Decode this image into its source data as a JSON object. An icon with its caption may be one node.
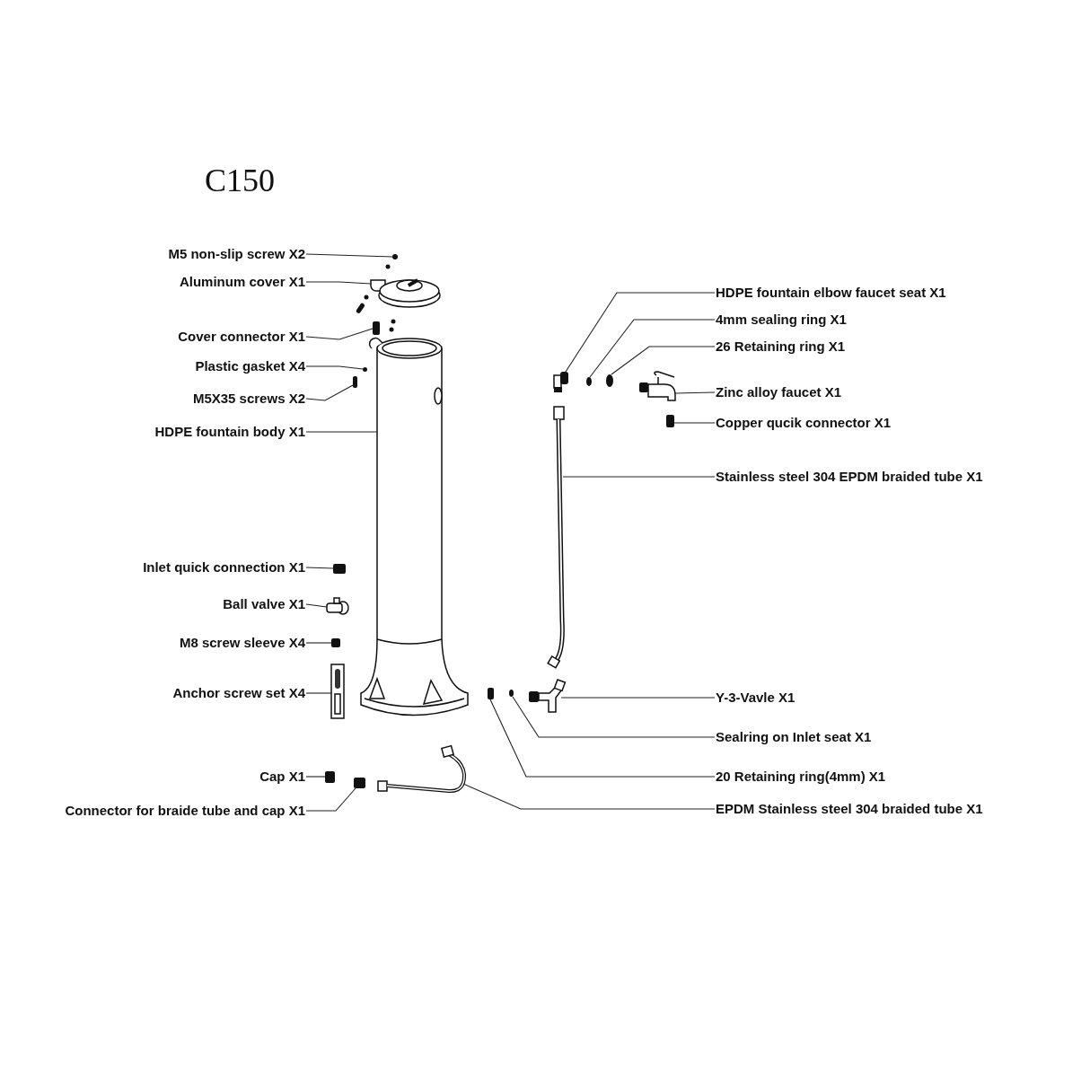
{
  "diagram": {
    "title": "C150",
    "nodes": [
      {
        "text": [
          "M5 non-slip screw X2"
        ]
      },
      {
        "text": [
          "Aluminum cover X1"
        ]
      },
      {
        "text": [
          "Cover connector X1"
        ]
      },
      {
        "text": [
          "Plastic gasket X4"
        ]
      },
      {
        "text": [
          "M5X35 screws X2"
        ]
      },
      {
        "text": [
          "HDPE fountain body X1"
        ]
      },
      {
        "text": [
          "Inlet quick connection X1"
        ]
      },
      {
        "text": [
          "Ball valve X1"
        ]
      },
      {
        "text": [
          "M8 screw sleeve X4"
        ]
      },
      {
        "text": [
          "Anchor screw set X4"
        ]
      },
      {
        "text": [
          "Cap X1"
        ]
      },
      {
        "text": [
          "Connector for braide tube and cap X1"
        ]
      },
      {
        "text": [
          "HDPE fountain elbow faucet seat X1"
        ]
      },
      {
        "text": [
          "4mm sealing ring X1"
        ]
      },
      {
        "text": [
          "26 Retaining ring X1"
        ]
      },
      {
        "text": [
          "Zinc alloy faucet X1"
        ]
      },
      {
        "text": [
          "Copper qucik connector X1"
        ]
      },
      {
        "text": [
          "Stainless steel 304 EPDM braided tube X1"
        ]
      },
      {
        "text": [
          "Y-3-Vavle X1"
        ]
      },
      {
        "text": [
          "Sealring on Inlet seat X1"
        ]
      },
      {
        "text": [
          "20 Retaining ring(4mm) X1"
        ]
      },
      {
        "text": [
          "EPDM Stainless steel 304 braided tube X1"
        ]
      },
      {
        "text": [],
        "shape": "circle"
      },
      {
        "text": [],
        "shape": "picture"
      },
      {
        "text": [],
        "shape": "box"
      },
      {
        "text": [],
        "shape": "circle"
      },
      {
        "text": [],
        "shape": "box"
      },
      {
        "text": [],
        "shape": "picture"
      },
      {
        "text": [],
        "shape": "box"
      },
      {
        "text": [],
        "shape": "picture"
      },
      {
        "text": [],
        "shape": "box"
      },
      {
        "text": [],
        "shape": "picture"
      },
      {
        "text": [],
        "shape": "box"
      },
      {
        "text": [],
        "shape": "box"
      },
      {
        "text": [],
        "shape": "picture"
      },
      {
        "text": [],
        "shape": "circle"
      },
      {
        "text": [],
        "shape": "circle"
      },
      {
        "text": [],
        "shape": "picture"
      },
      {
        "text": [],
        "shape": "box"
      },
      {
        "text": [],
        "shape": "picture"
      },
      {
        "text": [],
        "shape": "picture"
      },
      {
        "text": [],
        "shape": "circle"
      },
      {
        "text": [],
        "shape": "box"
      },
      {
        "text": [],
        "shape": "picture"
      }
    ],
    "edges": [
      {
        "from": 0,
        "to": 22,
        "arrow": "none"
      },
      {
        "from": 1,
        "to": 23,
        "arrow": "none"
      },
      {
        "from": 2,
        "to": 24,
        "arrow": "none"
      },
      {
        "from": 3,
        "to": 25,
        "arrow": "none"
      },
      {
        "from": 4,
        "to": 26,
        "arrow": "none"
      },
      {
        "from": 5,
        "to": 27,
        "arrow": "none"
      },
      {
        "from": 6,
        "to": 28,
        "arrow": "none"
      },
      {
        "from": 7,
        "to": 29,
        "arrow": "none"
      },
      {
        "from": 8,
        "to": 30,
        "arrow": "none"
      },
      {
        "from": 9,
        "to": 31,
        "arrow": "none"
      },
      {
        "from": 10,
        "to": 32,
        "arrow": "none"
      },
      {
        "from": 11,
        "to": 33,
        "arrow": "none"
      },
      {
        "from": 12,
        "to": 34,
        "arrow": "none"
      },
      {
        "from": 13,
        "to": 35,
        "arrow": "none"
      },
      {
        "from": 14,
        "to": 36,
        "arrow": "none"
      },
      {
        "from": 15,
        "to": 37,
        "arrow": "none"
      },
      {
        "from": 16,
        "to": 38,
        "arrow": "none"
      },
      {
        "from": 17,
        "to": 39,
        "arrow": "none"
      },
      {
        "from": 18,
        "to": 40,
        "arrow": "none"
      },
      {
        "from": 19,
        "to": 41,
        "arrow": "none"
      },
      {
        "from": 20,
        "to": 42,
        "arrow": "none"
      },
      {
        "from": 21,
        "to": 43,
        "arrow": "none"
      }
    ]
  }
}
